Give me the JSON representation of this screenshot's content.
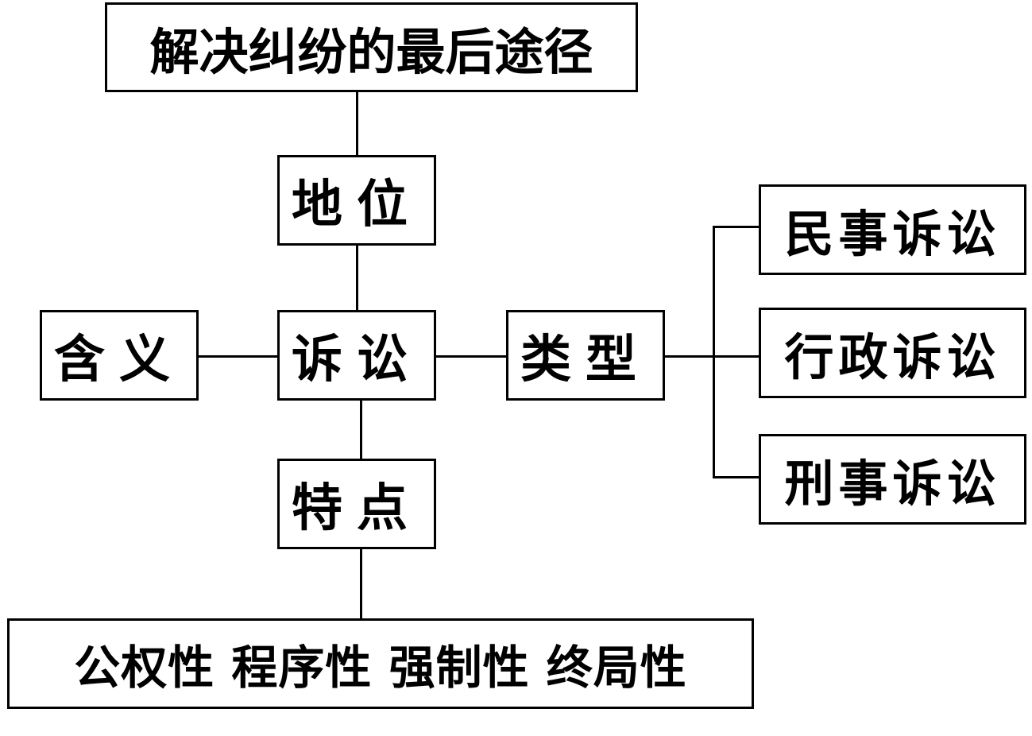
{
  "diagram": {
    "title_box": "解决纠纷的最后途径",
    "status_box": "地位",
    "center_box": "诉讼",
    "meaning_box": "含义",
    "types_box": "类型",
    "features_box": "特点",
    "type_items": [
      "民事诉讼",
      "行政诉讼",
      "刑事诉讼"
    ],
    "features_text": "公权性 程序性 强制性 终局性"
  }
}
